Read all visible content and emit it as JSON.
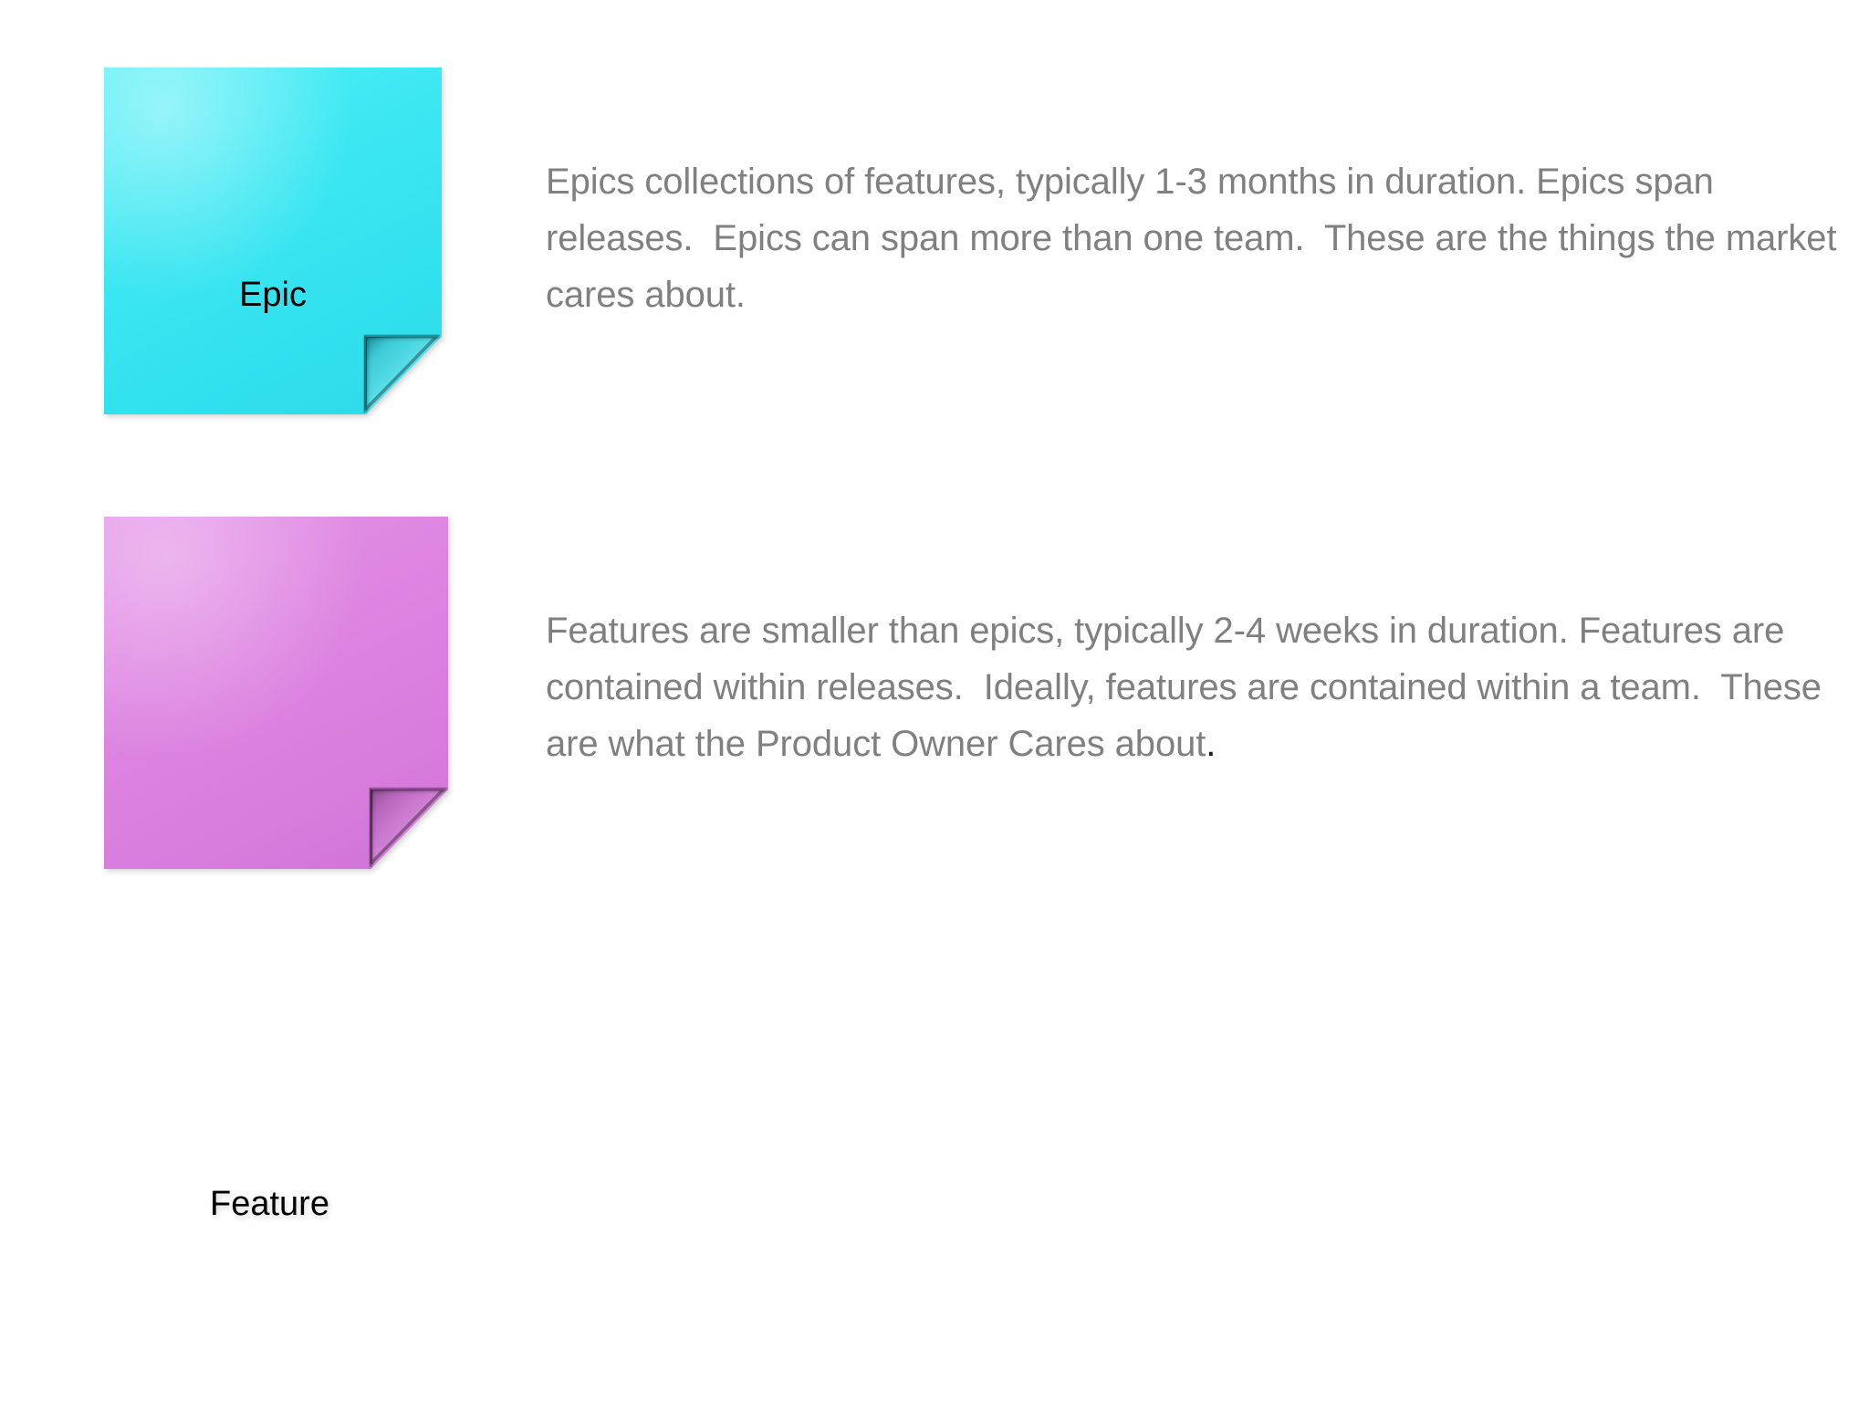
{
  "slide": {
    "background_color": "#ffffff",
    "body_text_color": "#808080",
    "note_label_color": "#000000"
  },
  "notes": [
    {
      "id": "epic",
      "label": "Epic",
      "color": "#3CE7F2",
      "curl_shadow_color": "#1B8F9B",
      "icon": "sticky-note-curled-corner"
    },
    {
      "id": "feature",
      "label": "Feature",
      "color": "#DC84E0",
      "curl_shadow_color": "#8D4F90",
      "icon": "sticky-note-curled-corner"
    }
  ],
  "descriptions": {
    "epic": "Epics collections of features, typically 1-3 months in duration. Epics span releases.  Epics can span more than one team.  These are the things the market cares about.",
    "feature_main": "Features are smaller than epics, typically 2-4 weeks in duration. Features are contained within releases.  Ideally, features are contained within a team.  These are what the Product Owner Cares about",
    "feature_final_period": "."
  }
}
